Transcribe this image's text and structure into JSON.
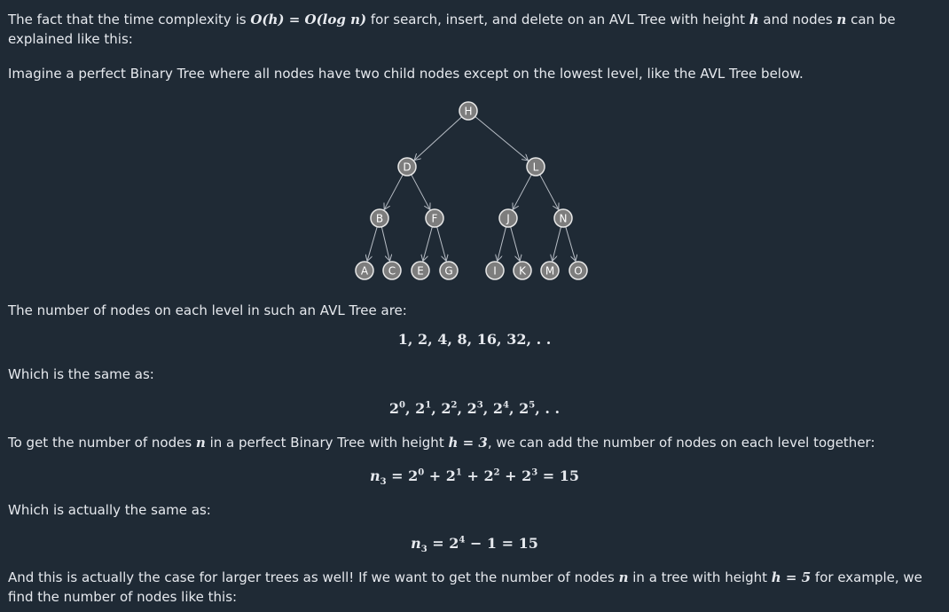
{
  "paragraphs": {
    "p1_a": "The fact that the time complexity is ",
    "p1_m1": "O(h) = O(log n)",
    "p1_b": " for search, insert, and delete on an AVL Tree with height ",
    "p1_m2": "h",
    "p1_c": " and nodes ",
    "p1_m3": "n",
    "p1_d": " can be explained like this:",
    "p2": "Imagine a perfect Binary Tree where all nodes have two child nodes except on the lowest level, like the AVL Tree below.",
    "p3": "The number of nodes on each level in such an AVL Tree are:",
    "p4": "Which is the same as:",
    "p5_a": "To get the number of nodes ",
    "p5_m1": "n",
    "p5_b": " in a perfect Binary Tree with height ",
    "p5_m2": "h = 3",
    "p5_c": ", we can add the number of nodes on each level together:",
    "p6": "Which is actually the same as:",
    "p7_a": "And this is actually the case for larger trees as well! If we want to get the number of nodes ",
    "p7_m1": "n",
    "p7_b": " in a tree with height ",
    "p7_m2": "h = 5",
    "p7_c": " for example, we find the number of nodes like this:"
  },
  "formulas": {
    "levels": "1, 2, 4, 8, 16, 32, . .",
    "powers_base": "2",
    "powers_exps": [
      "0",
      "1",
      "2",
      "3",
      "4",
      "5"
    ],
    "powers_tail": ", . .",
    "sum_lhs": "n",
    "sum_sub": "3",
    "sum_result": "= 15",
    "closed_lhs": "n",
    "closed_sub": "3",
    "closed_exp": "4",
    "closed_rest": "− 1 = 15"
  },
  "tree": {
    "nodes": [
      "H",
      "D",
      "L",
      "B",
      "F",
      "J",
      "N",
      "A",
      "C",
      "E",
      "G",
      "I",
      "K",
      "M",
      "O"
    ],
    "node_fill": "#7d7d7d",
    "node_stroke": "#e8e8e8"
  }
}
